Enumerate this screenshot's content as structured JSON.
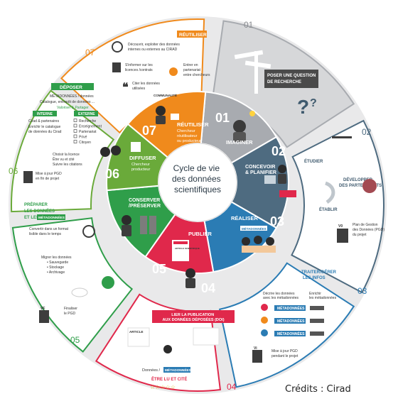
{
  "center": {
    "title_lines": [
      "Cycle de vie",
      "des données",
      "scientifiques"
    ]
  },
  "credits": "Crédits : Cirad",
  "colors": {
    "s01": "#a8abb0",
    "s02": "#4e6b80",
    "s03": "#2b7cb4",
    "s04": "#e0284b",
    "s05": "#2f9e4a",
    "s06": "#6aaa3a",
    "s07": "#f08a1c",
    "outer": "#e9e9ea"
  },
  "stages": {
    "s01": {
      "num": "01",
      "label": "IMAGINER"
    },
    "s02": {
      "num": "02",
      "label_lines": [
        "CONCEVOIR",
        "& PLANIFIER"
      ]
    },
    "s03": {
      "num": "03",
      "label": "RÉALISER",
      "tag": "MÉTADONNÉES"
    },
    "s04": {
      "num": "04",
      "label": "PUBLIER",
      "tag": "ARTICLE SCIENTIFIQUE"
    },
    "s05": {
      "num": "05",
      "label_lines": [
        "CONSERVER",
        "/PRÉSERVER"
      ]
    },
    "s06": {
      "num": "06",
      "label": "DIFFUSER",
      "sub_lines": [
        "Chercheur",
        "producteur"
      ]
    },
    "s07": {
      "num": "07",
      "label": "RÉUTILISER",
      "sub_lines": [
        "Chercheur",
        "réutilisateur",
        "ou producteur"
      ]
    }
  },
  "outer": {
    "o01": {
      "num": "01",
      "box_lines": [
        "POSER UNE QUESTION",
        "DE RECHERCHE"
      ]
    },
    "o02": {
      "num": "02",
      "etudier": "ÉTUDIER",
      "dev_lines": [
        "DÉVELOPPER",
        "DES PARTENARIATS"
      ],
      "etablir": "ÉTABLIR",
      "pgd_lines": [
        "Plan de Gestion",
        "des Données (PGD)",
        "du projet"
      ],
      "vo": "V0"
    },
    "o03": {
      "num": "03",
      "title_lines": [
        "TRAITER/GÉRER",
        "LES INFOS"
      ],
      "decrire_lines": [
        "Décrire les données",
        "avec les métadonnées"
      ],
      "enrichir_lines": [
        "Enrichir",
        "les métadonnées"
      ],
      "meta": "MÉTADONNÉES",
      "maj_lines": [
        "Mise à jour PGD",
        "pendant le projet"
      ],
      "vi": "Vi"
    },
    "o04": {
      "num": "04",
      "title_lines": [
        "LIER LA PUBLICATION",
        "AUX DONNÉES DÉPOSÉES (DOI)"
      ],
      "article": "ARTICLE",
      "donnees": "Données /",
      "meta": "MÉTADONNÉES",
      "etre_lu": "ÊTRE LU ET CITÉ",
      "stars": "☆☆☆☆☆"
    },
    "o05": {
      "num": "05",
      "title_lines": [
        "PRÉPARER",
        "LES DONNÉES",
        "ET LES"
      ],
      "meta": "MÉTADONNÉES",
      "convertir_lines": [
        "Convertir dans un format",
        "lisible dans le temps"
      ],
      "migrer": "Migrer les données",
      "bullets": [
        "• Sauvegarde",
        "• Stockage",
        "• Archivage"
      ],
      "finaliser_lines": [
        "Finaliser",
        "le PGD"
      ],
      "vf": "VF"
    },
    "o06": {
      "num": "06",
      "deposer": "DÉPOSER",
      "meta_line": "MÉTADONNÉES / données",
      "catalogue_line": "Catalogue, entrepôt de données ...",
      "valoriser": "Valoriser & Partager",
      "interne": "INTERNE",
      "externe": "EXTERNE",
      "interne_items": [
        "Cirad & partenaires",
        "Enrichir le catalogue",
        "de données du Cirad"
      ],
      "externe_items": [
        "Recherche",
        "Enseignement",
        "Partenariat",
        "Privé",
        "Citoyen"
      ],
      "licence_lines": [
        "Choisir la licence",
        "Être vu et cité",
        "Suivre les citations"
      ],
      "maj_lines": [
        "Mise à jour PGD",
        "en fin de projet"
      ]
    },
    "o07": {
      "num": "07",
      "title": "RÉUTILISER",
      "decouvrir_lines": [
        "Découvrir, exploiter des données",
        "internes ou externes au CIRAD"
      ],
      "informer_lines": [
        "S'informer sur les",
        "licences /contrats"
      ],
      "entrer_lines": [
        "Entrer en",
        "partenariat",
        "entre chercheurs"
      ],
      "citer_lines": [
        "Citer les données",
        "utilisées"
      ],
      "communaute": "COMMUNAUTÉ"
    }
  }
}
